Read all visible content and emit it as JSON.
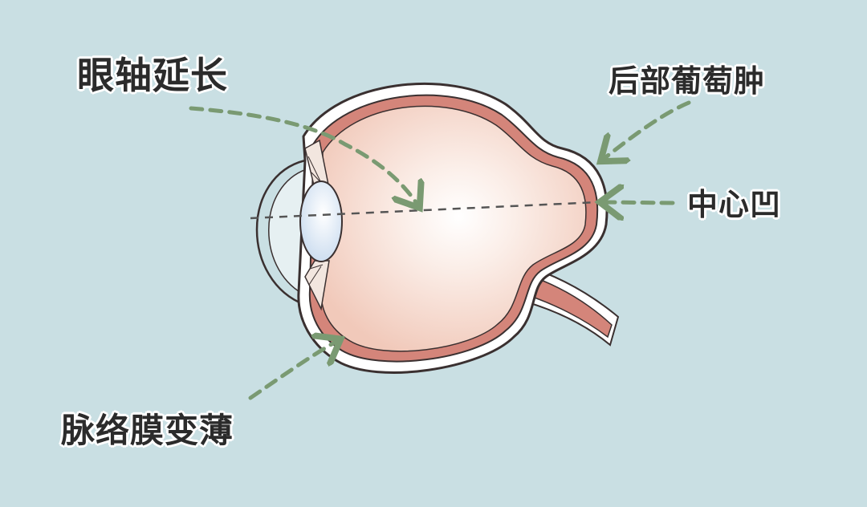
{
  "labels": {
    "axial_elongation": "眼轴延长",
    "posterior_staphyloma": "后部葡萄肿",
    "fovea": "中心凹",
    "choroid_thinning": "脉络膜变薄"
  },
  "colors": {
    "background": "#c9dfe3",
    "arrow": "#7a9a72",
    "sclera": "#ffffff",
    "eye_outline": "#3a3030",
    "choroid": "#d4857a",
    "vitreous": "#f4d1c4",
    "lens": "#e4eef8",
    "axis_line": "#555555",
    "label_text": "#2b2b2b"
  }
}
